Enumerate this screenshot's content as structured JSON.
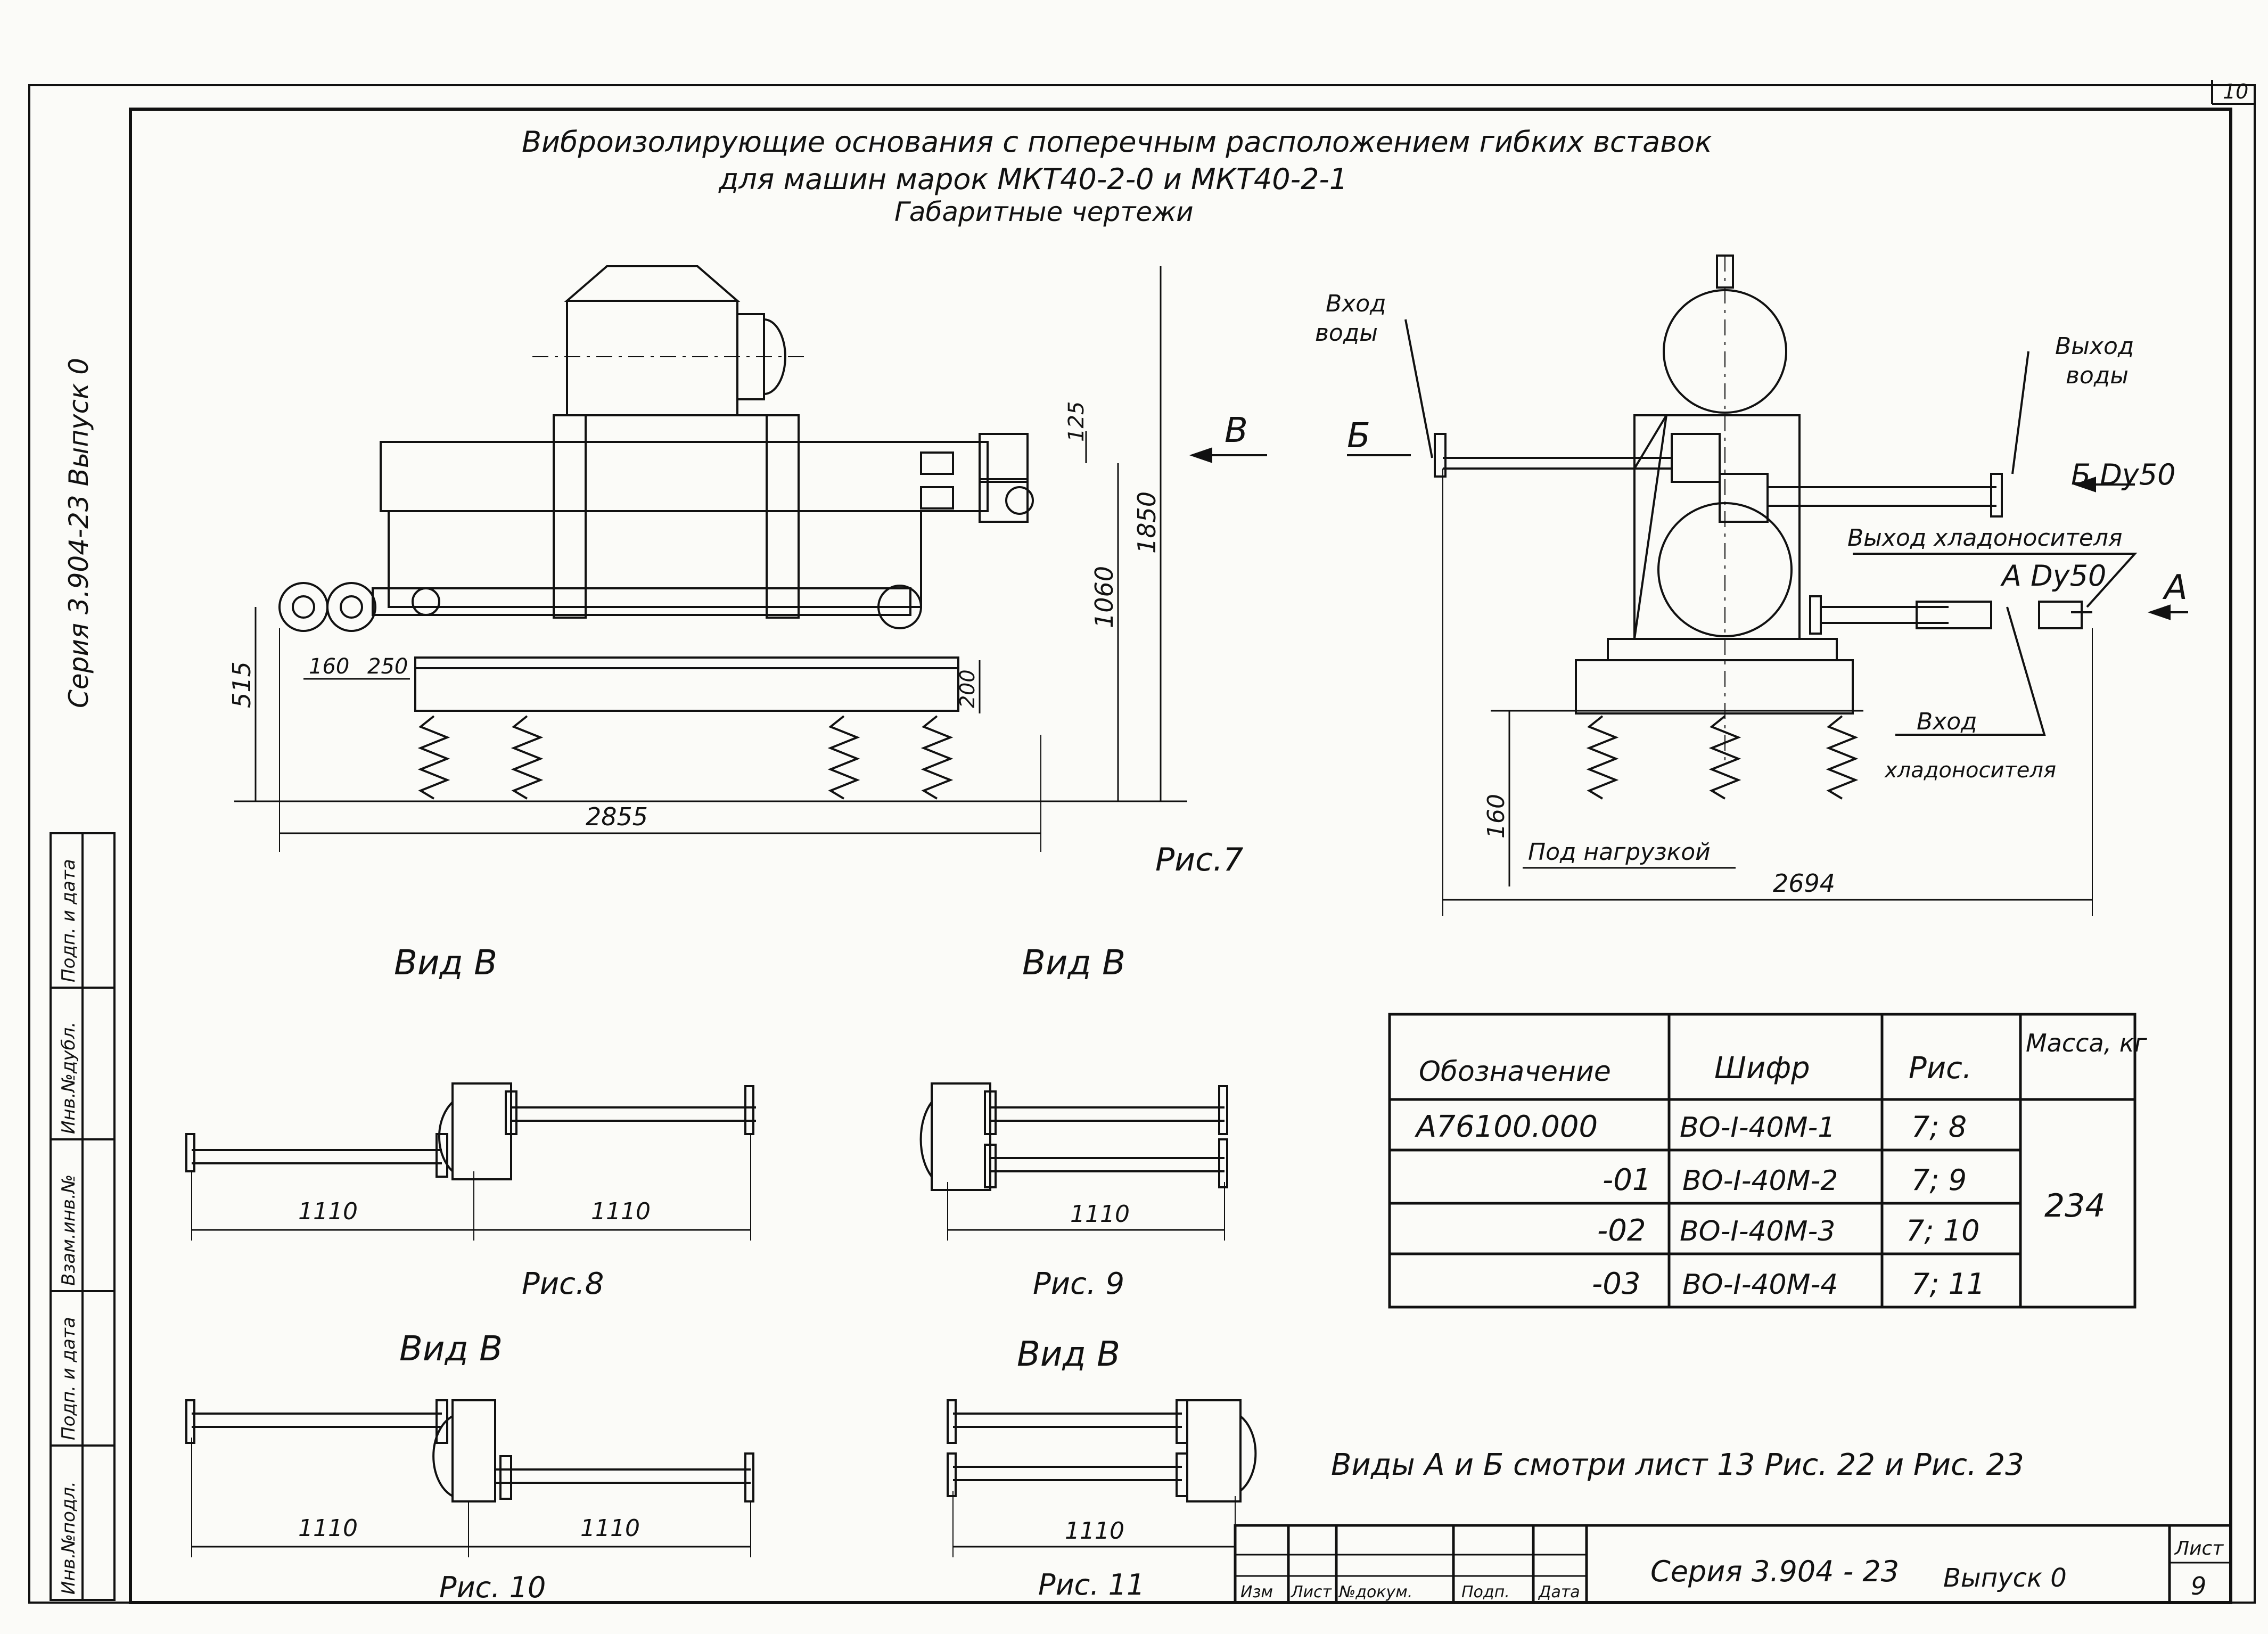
{
  "sheet": {
    "corner_number": "10",
    "side_series": "Серия 3.904-23 Выпуск 0"
  },
  "title": {
    "line1": "Виброизолирующие основания с поперечным расположением гибких вставок",
    "line2": "для машин марок МКТ40-2-0 и МКТ40-2-1",
    "line3": "Габаритные чертежи"
  },
  "fig7": {
    "caption": "Рис.7",
    "view_arrow": "В",
    "dims": {
      "d125": "125",
      "d1850": "1850",
      "d1060": "1060",
      "d515": "515",
      "d160": "160",
      "d250": "250",
      "d200": "200",
      "d2855": "2855"
    }
  },
  "side_view": {
    "water_in": [
      "Вход",
      "воды"
    ],
    "water_out": [
      "Выход",
      "воды"
    ],
    "cut_b_left": "Б",
    "cut_b_right": "Б Dy50",
    "coolant_out": "Выход хладоносителя",
    "cut_a_left": "А Dy50",
    "cut_a_right": "А",
    "coolant_in": [
      "Вход",
      "хладоносителя"
    ],
    "under_load": "Под нагрузкой",
    "d160": "160",
    "d2694": "2694"
  },
  "views": [
    {
      "title": "Вид В",
      "caption": "Рис.8",
      "dims": [
        "1110",
        "1110"
      ]
    },
    {
      "title": "Вид В",
      "caption": "Рис. 9",
      "dims": [
        "1110"
      ]
    },
    {
      "title": "Вид В",
      "caption": "Рис. 10",
      "dims": [
        "1110",
        "1110"
      ]
    },
    {
      "title": "Вид В",
      "caption": "Рис. 11",
      "dims": [
        "1110"
      ]
    }
  ],
  "table": {
    "headers": [
      "Обозначение",
      "Шифр",
      "Рис.",
      "Масса, кг"
    ],
    "rows": [
      {
        "designation": "А76100.000",
        "code": "ВО-I-40М-1",
        "fig": "7; 8"
      },
      {
        "designation": "-01",
        "code": "ВО-I-40М-2",
        "fig": "7; 9"
      },
      {
        "designation": "-02",
        "code": "ВО-I-40М-3",
        "fig": "7; 10"
      },
      {
        "designation": "-03",
        "code": "ВО-I-40М-4",
        "fig": "7; 11"
      }
    ],
    "mass": "234"
  },
  "note": "Виды А и Б смотри лист 13 Рис. 22 и Рис. 23",
  "stamp": {
    "cols": [
      "Изм",
      "Лист",
      "№докум.",
      "Подп.",
      "Дата"
    ],
    "series": "Серия 3.904 - 23",
    "issue": "Выпуск 0",
    "sheet_label": "Лист",
    "sheet_no": "9"
  },
  "left_strip": [
    "Инв.№подл.",
    "Подп. и дата",
    "Взам.инв.№",
    "Инв.№дубл.",
    "Подп. и дата"
  ]
}
